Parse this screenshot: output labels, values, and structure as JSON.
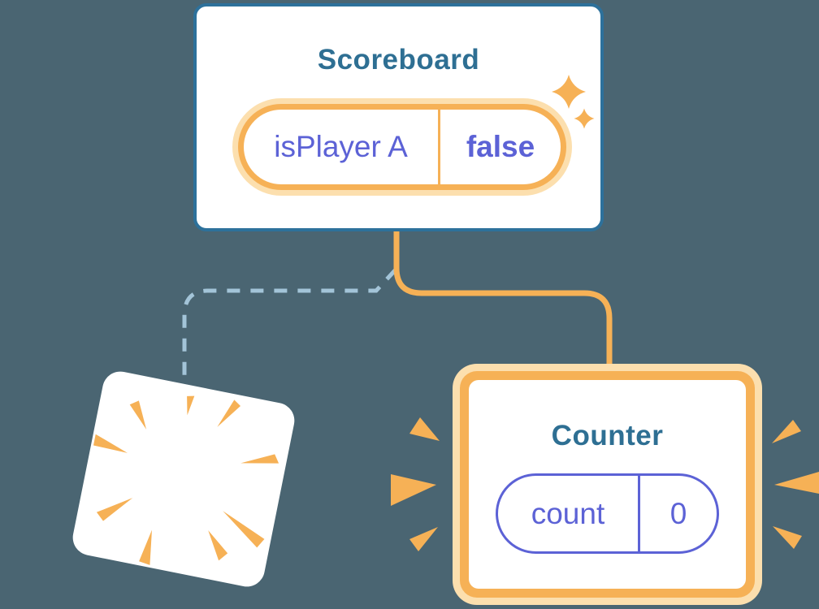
{
  "colors": {
    "background": "#4a6572",
    "card_border_blue": "#2d719b",
    "title_text": "#2e6f93",
    "accent_orange": "#f6b156",
    "accent_orange_halo": "#fcdfae",
    "state_purple": "#5c62d6",
    "dashed_line_blue": "#a3c4d8",
    "card_background": "#ffffff"
  },
  "scoreboard": {
    "title": "Scoreboard",
    "state": {
      "label": "isPlayer A",
      "value": "false"
    }
  },
  "counter": {
    "title": "Counter",
    "state": {
      "label": "count",
      "value": "0"
    }
  },
  "decorations": {
    "sparkles_icon": "two four-point stars marking new state on scoreboard pill",
    "poof_burst_icon": "orange burst rays on tilted card of removed component",
    "emphasis_burst_icon": "orange wedges flanking the appearing Counter card"
  }
}
